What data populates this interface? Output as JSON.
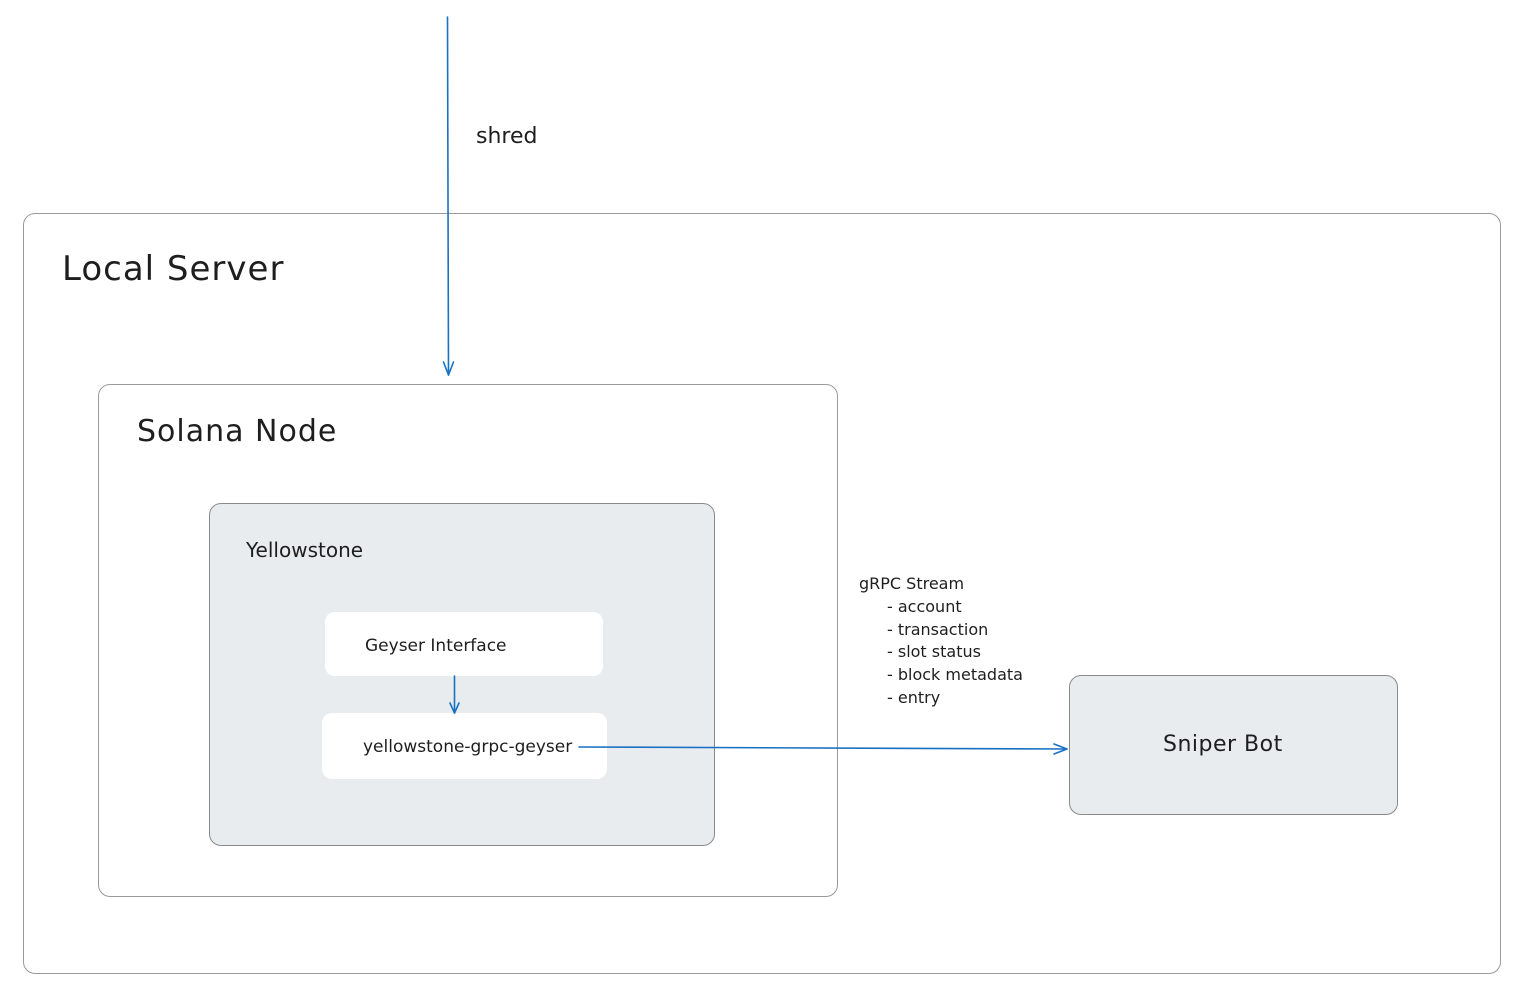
{
  "containers": {
    "local_server": "Local Server",
    "solana_node": "Solana Node",
    "yellowstone": "Yellowstone"
  },
  "components": {
    "geyser_interface": "Geyser Interface",
    "yellowstone_grpc_geyser": "yellowstone-grpc-geyser",
    "sniper_bot": "Sniper Bot"
  },
  "edges": {
    "shred": "shred"
  },
  "grpc_stream": {
    "title": "gRPC Stream",
    "items": [
      "- account",
      "- transaction",
      "- slot status",
      "- block metadata",
      "- entry"
    ]
  },
  "colors": {
    "arrow": "#1971c2",
    "container_border": "#9a9a9a",
    "grey_fill": "#e9ecef",
    "text": "#1e1e1e"
  }
}
